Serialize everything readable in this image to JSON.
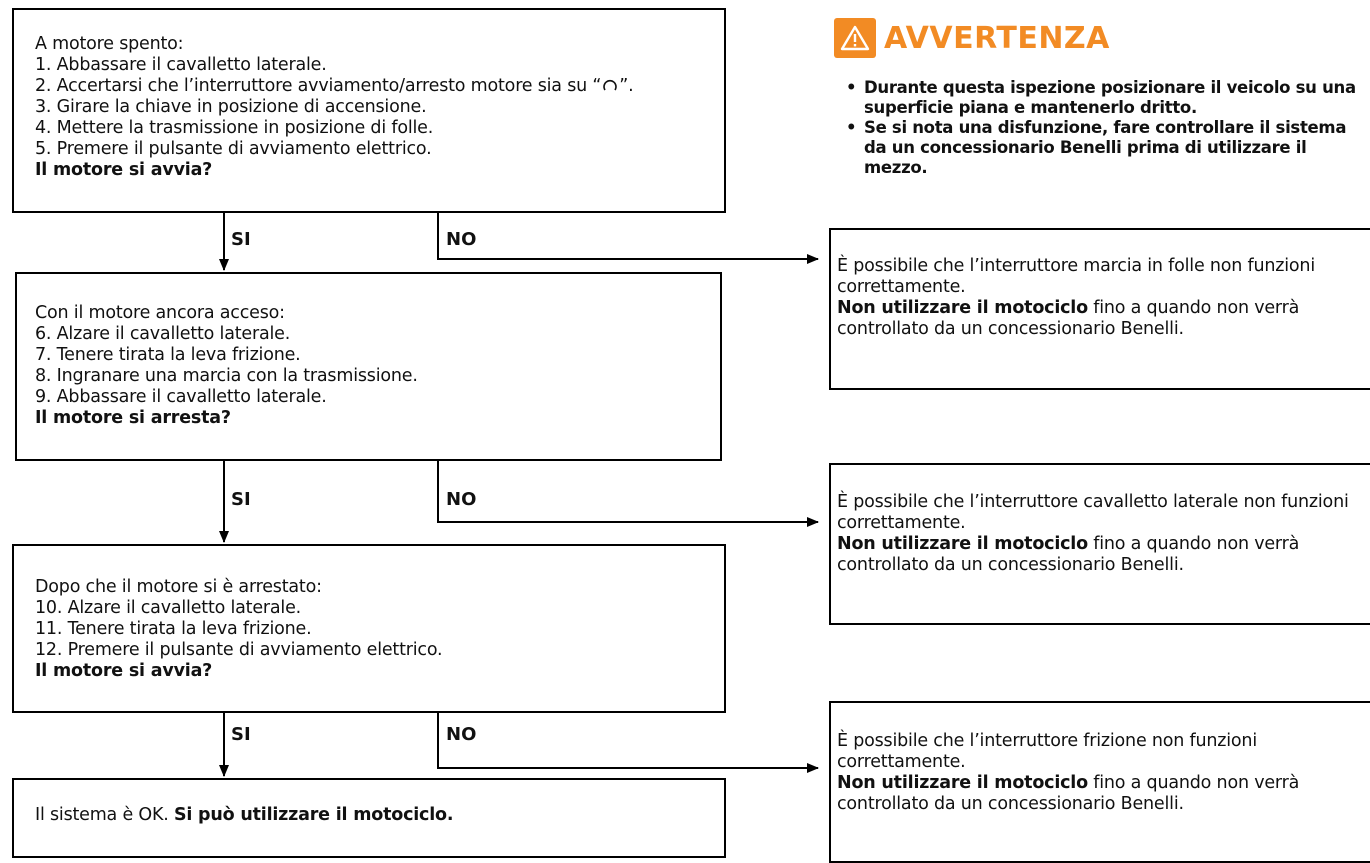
{
  "step1": {
    "header": "A motore spento:",
    "items": [
      "1. Abbassare il cavalletto laterale.",
      "2. Accertarsi che l’interruttore avviamento/arresto motore sia su “",
      "3. Girare la chiave in posizione di accensione.",
      "4. Mettere la trasmissione in posizione di folle.",
      "5. Premere il pulsante di avviamento elettrico."
    ],
    "item2_suffix": "”.",
    "question": "Il motore si avvia?"
  },
  "step2": {
    "header": "Con il motore ancora acceso:",
    "items": [
      "6. Alzare il cavalletto laterale.",
      "7. Tenere tirata la leva frizione.",
      "8. Ingranare una marcia con la trasmissione.",
      "9. Abbassare il cavalletto laterale."
    ],
    "question": "Il motore si arresta?"
  },
  "step3": {
    "header": "Dopo che il motore si è arrestato:",
    "items": [
      "10. Alzare il cavalletto laterale.",
      "11. Tenere tirata la leva frizione.",
      "12. Premere il pulsante di avviamento elettrico."
    ],
    "question": "Il motore si avvia?"
  },
  "final": {
    "text": "Il sistema è OK. ",
    "bold": "Si può utilizzare il motociclo."
  },
  "labels": {
    "yes": "SI",
    "no": "NO"
  },
  "results": [
    {
      "text": "È possibile che l’interruttore marcia in folle non funzioni correttamente.",
      "bold": "Non utilizzare il motociclo",
      "rest": " fino a quando non verrà controllato da un concessionario Benelli."
    },
    {
      "text": "È possibile che l’interruttore cavalletto laterale non funzioni correttamente.",
      "bold": "Non utilizzare il motociclo",
      "rest": " fino a quando non verrà controllato da un concessionario Benelli."
    },
    {
      "text": "È possibile che l’interruttore frizione non funzioni correttamente.",
      "bold": "Non utilizzare il motociclo",
      "rest": " fino a quando non verrà controllato da un concessionario Benelli."
    }
  ],
  "warning": {
    "title": "AVVERTENZA",
    "color": "#f28b24",
    "icon": "warning-triangle-icon",
    "bullets": [
      "Durante questa ispezione posizionare il veicolo su una superficie piana e mantenerlo dritto.",
      "Se si nota una disfunzione, fare controllare il sistema da un concessionario Benelli prima di utilizzare il mezzo."
    ]
  }
}
